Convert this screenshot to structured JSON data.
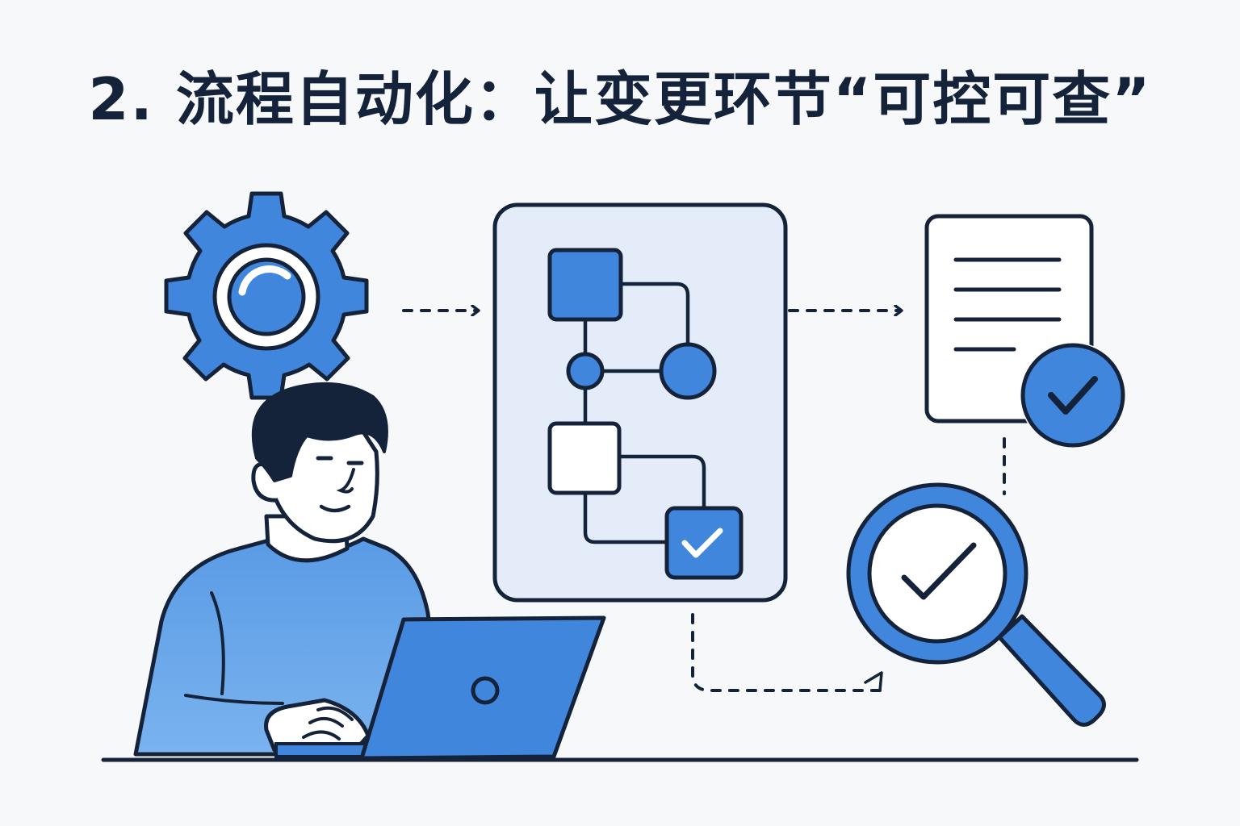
{
  "title": "2. 流程自动化：让变更环节“可控可查”",
  "colors": {
    "outline": "#14233a",
    "primary_blue": "#3f86dc",
    "light_blue": "#6aa8ea",
    "panel_fill": "#e3ecf8",
    "background": "#f7f8fa",
    "white": "#ffffff"
  },
  "icons": {
    "gear": "gear-icon",
    "person": "person-at-laptop",
    "laptop": "laptop-icon",
    "flowchart": "flowchart-panel",
    "document": "document-icon",
    "document_check": "check-badge-icon",
    "magnifier": "magnifier-check-icon"
  }
}
